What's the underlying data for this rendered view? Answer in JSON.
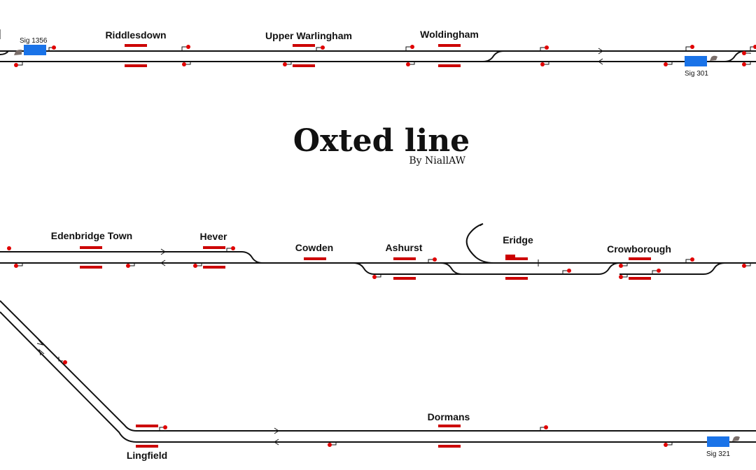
{
  "title": "Oxted line",
  "byline": "By NiallAW",
  "colors": {
    "track": "#111111",
    "platform": "#cc0000",
    "signal_lamp": "#e00000",
    "train_block": "#1a73e8",
    "train_cab": "#7a6e6a"
  },
  "icons": [
    "signal-icon",
    "train-icon",
    "direction-arrow-icon",
    "buffer-stop-icon"
  ],
  "stations": {
    "riddlesdown": "Riddlesdown",
    "upper_warlingham": "Upper Warlingham",
    "woldingham": "Woldingham",
    "edenbridge_town": "Edenbridge Town",
    "hever": "Hever",
    "cowden": "Cowden",
    "ashurst": "Ashurst",
    "eridge": "Eridge",
    "crowborough": "Crowborough",
    "dormans": "Dormans",
    "lingfield": "Lingfield"
  },
  "trains": {
    "sig_1356": "Sig 1356",
    "sig_301": "Sig 301",
    "sig_321": "Sig 321"
  }
}
